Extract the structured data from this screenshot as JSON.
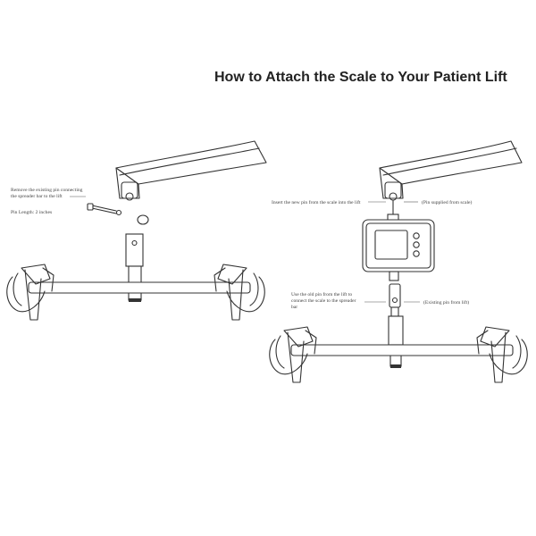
{
  "title": "How to Attach the Scale to Your Patient Lift",
  "left_panel": {
    "note_line1": "Remove the existing pin connecting",
    "note_line2": "the spreader bar to the lift",
    "pin_length": "Pin Length: 2 inches"
  },
  "right_panel": {
    "insert_note": "Insert the new pin from the scale into the lift",
    "pin_supplied": "(Pin supplied from scale)",
    "old_pin_line1": "Use the old pin from the lift to",
    "old_pin_line2": "connect the scale to the spreader",
    "old_pin_line3": "bar",
    "existing_pin": "(Existing pin from lift)"
  },
  "colors": {
    "line": "#333333",
    "text": "#444444",
    "title": "#222222"
  }
}
